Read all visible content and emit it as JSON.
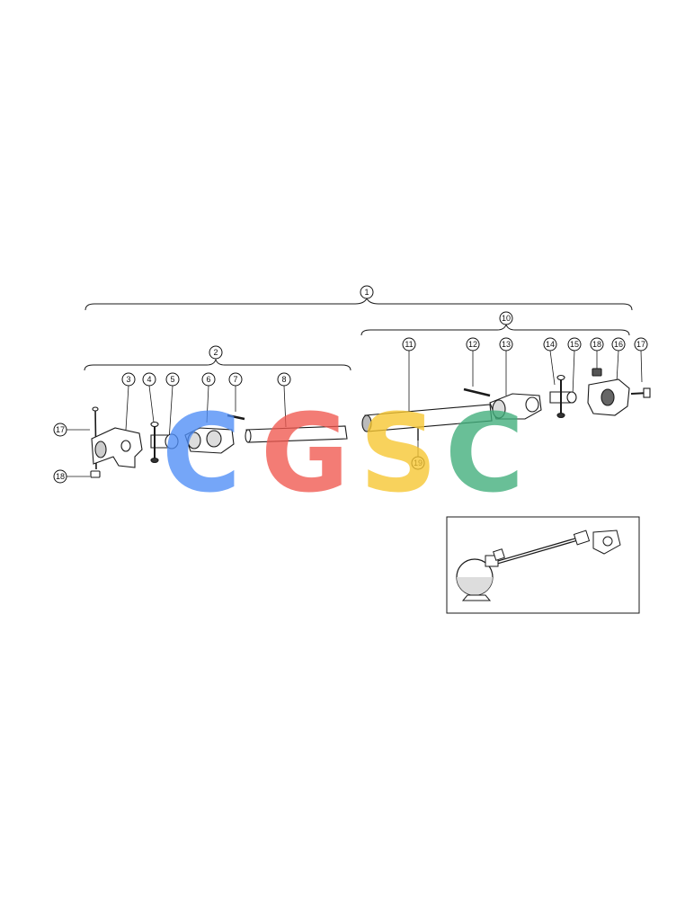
{
  "callouts": {
    "c1": "1",
    "c2": "2",
    "c3": "3",
    "c4": "4",
    "c5": "5",
    "c6": "6",
    "c7": "7",
    "c8": "8",
    "c10": "10",
    "c11": "11",
    "c12": "12",
    "c13": "13",
    "c14": "14",
    "c15": "15",
    "c16": "16",
    "c17a": "17",
    "c17b": "17",
    "c18a": "18",
    "c18b": "18",
    "c19": "19"
  },
  "watermark": {
    "letters": [
      "C",
      "G",
      "S",
      "C"
    ],
    "colors": [
      "#4f8ef7",
      "#f0584f",
      "#f7c62f",
      "#3fae7a"
    ]
  },
  "colors": {
    "line": "#1a1a1a",
    "part_fill": "#ffffff",
    "shade": "#444444"
  }
}
